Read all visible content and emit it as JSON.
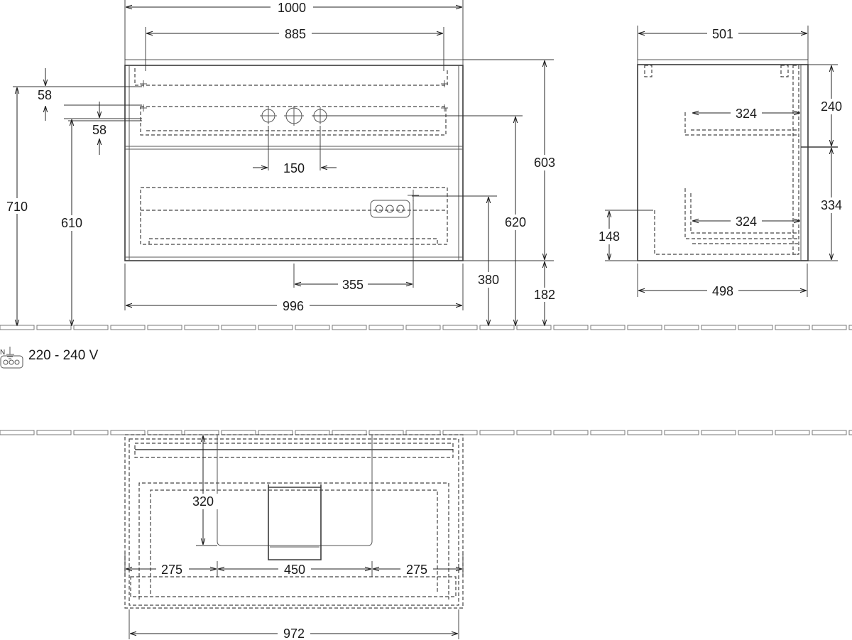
{
  "front_view": {
    "width_total": "1000",
    "width_inner": "885",
    "height_58_upper": "58",
    "height_58_lower": "58",
    "height_710": "710",
    "height_610": "610",
    "spacing_150": "150",
    "height_603": "603",
    "height_620": "620",
    "offset_355": "355",
    "height_380": "380",
    "height_182": "182",
    "width_996": "996"
  },
  "side_view": {
    "depth_501": "501",
    "height_240": "240",
    "shelf_324_upper": "324",
    "shelf_324_lower": "324",
    "height_334": "334",
    "height_148": "148",
    "depth_498": "498"
  },
  "power": {
    "voltage_label": "220 - 240 V",
    "icon": "power-socket-icon",
    "n_label": "N"
  },
  "top_view": {
    "depth_320": "320",
    "left_275": "275",
    "middle_450": "450",
    "right_275": "275",
    "width_972": "972"
  }
}
